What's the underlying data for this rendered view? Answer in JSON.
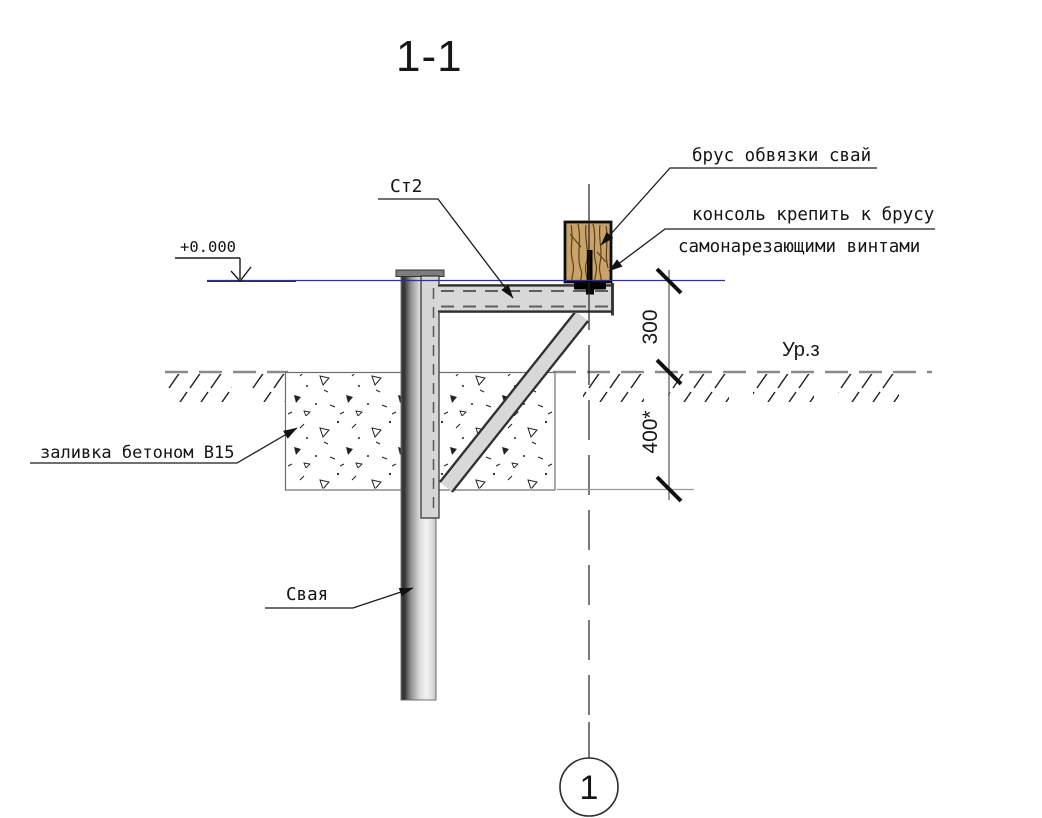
{
  "title": "1-1",
  "labels": {
    "wood_beam": "брус обвязки свай",
    "console_line1": "консоль крепить к брусу",
    "console_line2": "самонарезающими винтами",
    "st2": "Ст2",
    "elevation": "+0.000",
    "ground_level": "Ур.з",
    "concrete": "заливка бетоном В15",
    "pile": "Свая"
  },
  "dimensions": {
    "upper": "300",
    "lower": "400*"
  },
  "section_marker": {
    "number": "1"
  },
  "colors": {
    "level_line": "#2b2bbd",
    "wood": "#c8a46c",
    "wood_grain": "#5f4012",
    "steel_light": "#d8d8d8",
    "steel_edge": "#2f2f2f",
    "ground_line": "#8a8a8a",
    "dim_line": "#787878",
    "ink": "#141414"
  }
}
